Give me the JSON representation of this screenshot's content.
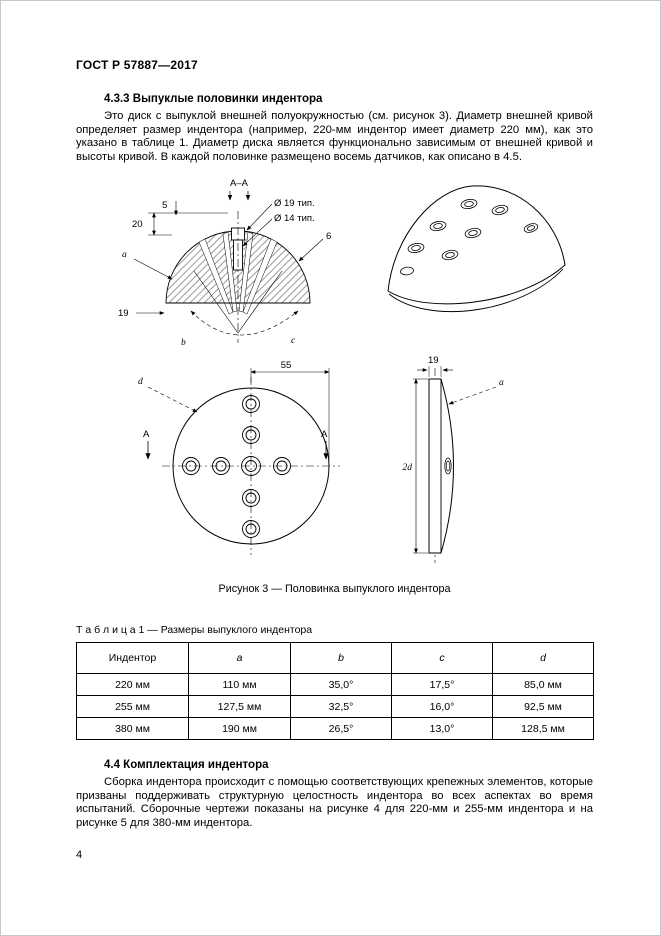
{
  "doc": {
    "header": "ГОСТ Р 57887—2017",
    "page_number": "4"
  },
  "sections": {
    "s433": {
      "heading": "4.3.3  Выпуклые половинки индентора",
      "body": "Это диск с выпуклой внешней полуокружностью (см. рисунок 3). Диаметр внешней кривой определяет размер индентора (например, 220-мм индентор имеет диаметр 220 мм), как это указано в таблице 1. Диаметр диска является функционально зависимым от внешней кривой и высоты кривой. В каждой половинке размещено восемь датчиков, как описано в 4.5."
    },
    "s44": {
      "heading": "4.4  Комплектация индентора",
      "body": "Сборка индентора происходит с помощью соответствующих крепежных элементов, которые призваны поддерживать структурную целостность индентора во всех аспектах во время испытаний. Сборочные чертежи показаны на рисунке 4 для 220-мм и 255-мм индентора и на рисунке 5 для 380-мм индентора."
    }
  },
  "figure": {
    "caption": "Рисунок 3 — Половинка выпуклого индентора",
    "labels": {
      "section_title": "А–А",
      "dia19": "Ø 19 тип.",
      "dia14": "Ø 14 тип.",
      "dim5": "5",
      "dim20": "20",
      "dim6": "6",
      "a_left": "a",
      "dim19_left": "19",
      "angle_b": "b",
      "angle_c": "c",
      "dim55": "55",
      "d_leader": "d",
      "sec_a_left": "А",
      "sec_a_right": "А",
      "dim19_side": "19",
      "dim2d": "2d",
      "a_side": "a"
    }
  },
  "table1": {
    "title": "Т а б л и ц а  1 — Размеры выпуклого индентора",
    "headers": [
      "Индентор",
      "a",
      "b",
      "c",
      "d"
    ],
    "rows": [
      [
        "220 мм",
        "110 мм",
        "35,0°",
        "17,5°",
        "85,0 мм"
      ],
      [
        "255 мм",
        "127,5 мм",
        "32,5°",
        "16,0°",
        "92,5 мм"
      ],
      [
        "380 мм",
        "190 мм",
        "26,5°",
        "13,0°",
        "128,5 мм"
      ]
    ]
  }
}
